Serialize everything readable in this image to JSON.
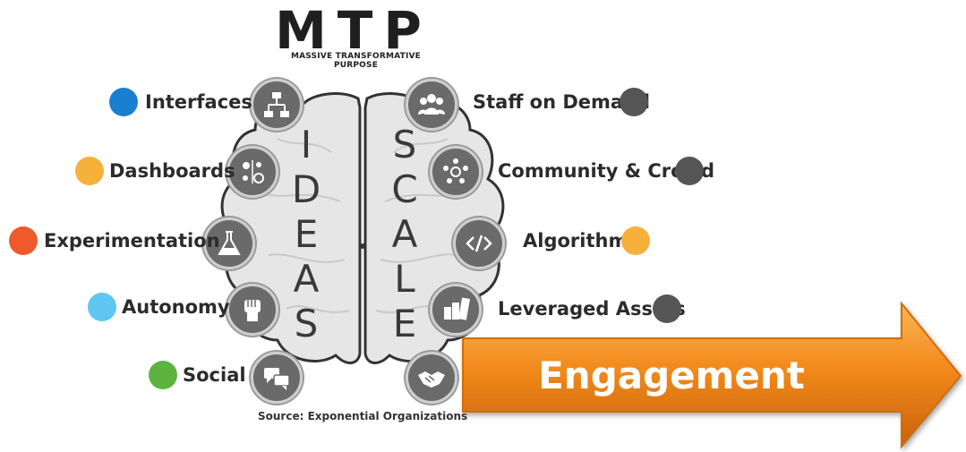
{
  "header": {
    "title": "MTP",
    "subtitle": "MASSIVE TRANSFORMATIVE PURPOSE"
  },
  "brain": {
    "left_word": [
      "I",
      "D",
      "E",
      "A",
      "S"
    ],
    "right_word": [
      "S",
      "C",
      "A",
      "L",
      "E"
    ]
  },
  "ideas": [
    {
      "label": "Interfaces",
      "color": "#1a7fd1",
      "icon": "flowchart-icon"
    },
    {
      "label": "Dashboards",
      "color": "#f7b03b",
      "icon": "dashboard-icon"
    },
    {
      "label": "Experimentation",
      "color": "#ee5a2b",
      "icon": "flask-icon"
    },
    {
      "label": "Autonomy",
      "color": "#5fc6f1",
      "icon": "fist-icon"
    },
    {
      "label": "Social",
      "color": "#5db33f",
      "icon": "chat-bubbles-icon"
    }
  ],
  "scale": [
    {
      "label": "Staff on Demand",
      "color": "#555555",
      "icon": "people-icon"
    },
    {
      "label": "Community & Crowd",
      "color": "#555555",
      "icon": "community-icon"
    },
    {
      "label": "Algorithms",
      "color": "#f7b03b",
      "icon": "code-icon"
    },
    {
      "label": "Leveraged Assets",
      "color": "#555555",
      "icon": "rental-icon"
    },
    {
      "label": "",
      "color": "#555555",
      "icon": "handshake-icon"
    }
  ],
  "source": "Source: Exponential Organizations",
  "arrow": {
    "label": "Engagement",
    "color": "#f28a1c"
  }
}
